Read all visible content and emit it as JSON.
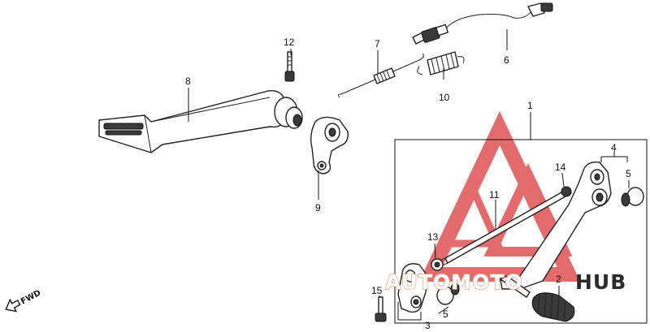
{
  "callouts": {
    "c1": "1",
    "c2": "2",
    "c3": "3",
    "c4": "4",
    "c5a": "5",
    "c5b": "5",
    "c6": "6",
    "c7": "7",
    "c8": "8",
    "c9": "9",
    "c10": "10",
    "c11": "11",
    "c12": "12",
    "c13": "13",
    "c14": "14",
    "c15": "15"
  },
  "direction": {
    "label": "FWD"
  },
  "watermark": {
    "text_light": "AUTOMOTO",
    "text_dark": "HUB",
    "color_light": "#e8a08a",
    "color_dark": "#2b2b2b",
    "logo_color": "#e05252"
  },
  "colors": {
    "line": "#222222",
    "background": "#ffffff"
  }
}
